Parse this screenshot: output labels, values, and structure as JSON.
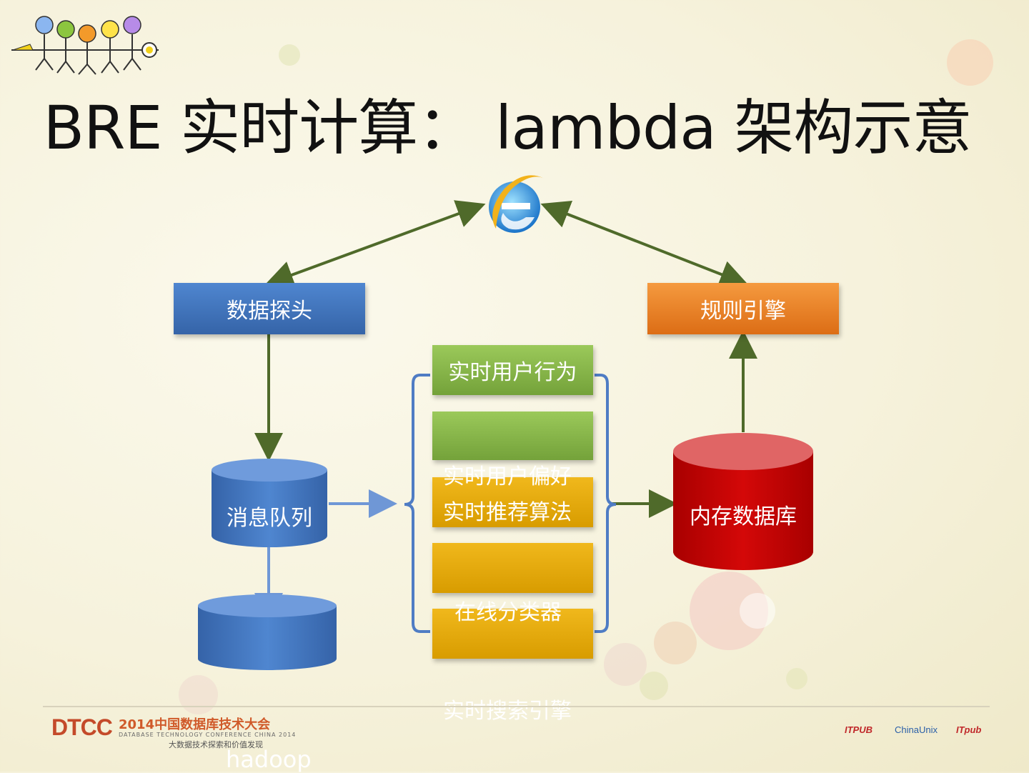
{
  "title": "BRE 实时计算： lambda 架构示意",
  "nodes": {
    "data_probe": "数据探头",
    "rule_engine": "规则引擎",
    "message_queue": "消息队列",
    "memory_db": "内存数据库",
    "realtime_user_behavior": "实时用户行为",
    "realtime_user_pref": "实时用户偏好",
    "realtime_recommend": "实时推荐算法",
    "online_classifier": "在线分类器",
    "realtime_search": "实时搜索引擎",
    "hadoop": "hadoop"
  },
  "footer": {
    "logo_dtcc": "DTCC",
    "logo_year": "2014中国数据库技术大会",
    "logo_en": "DATABASE TECHNOLOGY CONFERENCE CHINA 2014",
    "logo_sub": "大数据技术探索和价值发现",
    "sponsor_1": "ITPUB",
    "sponsor_2": "ChinaUnix",
    "sponsor_3": "ITpub"
  },
  "colors": {
    "blue": "#3f74be",
    "orange": "#ec8127",
    "green": "#86b448",
    "yellow": "#e3a90f",
    "red": "#c00000",
    "arrow": "#4f6a2a"
  }
}
